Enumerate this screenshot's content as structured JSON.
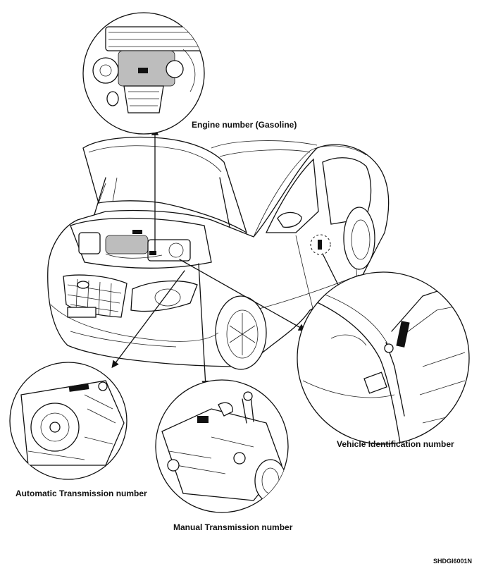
{
  "labels": {
    "engine": "Engine number (Gasoline)",
    "vin": "Vehicle Identification number",
    "automatic": "Automatic Transmission number",
    "manual": "Manual Transmission number",
    "figure_code": "SHDGI6001N"
  }
}
